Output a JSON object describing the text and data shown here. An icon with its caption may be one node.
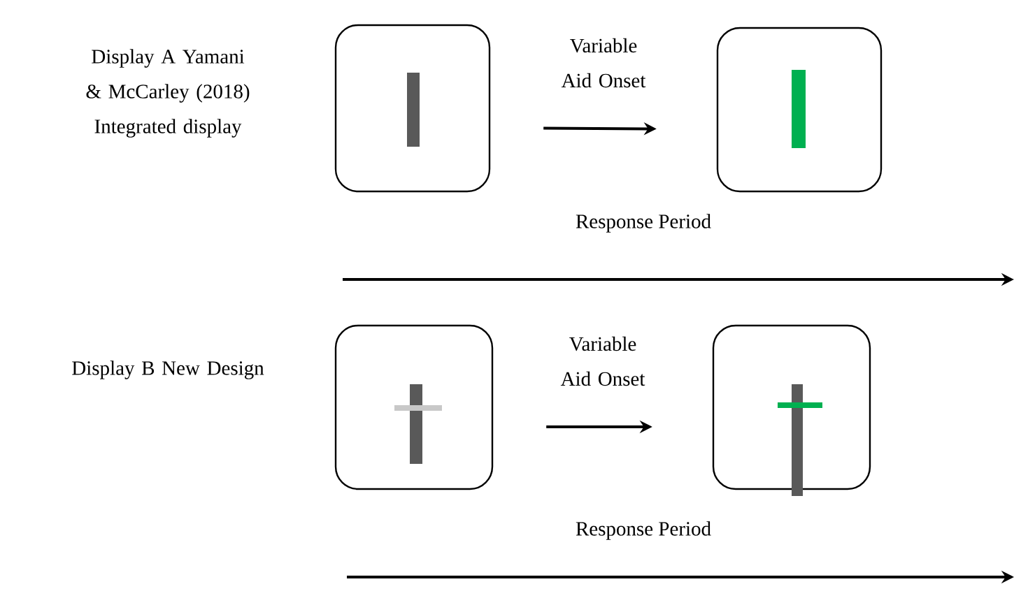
{
  "diagram": {
    "nodes": [
      {
        "text": [],
        "shape": "box"
      },
      {
        "text": [],
        "shape": "box"
      },
      {
        "text": [],
        "shape": "box"
      },
      {
        "text": [],
        "shape": "box"
      }
    ],
    "edges": [
      {
        "from": 0,
        "to": 1,
        "arrow": "to",
        "label": "Variable Aid Onset"
      },
      {
        "from": 2,
        "to": 3,
        "arrow": "to",
        "label": "Variable Aid Onset"
      }
    ],
    "labels": [
      "Display A Yamani & McCarley (2018) Integrated display",
      "Response Period",
      "Display B New Design",
      "Response Period"
    ]
  }
}
